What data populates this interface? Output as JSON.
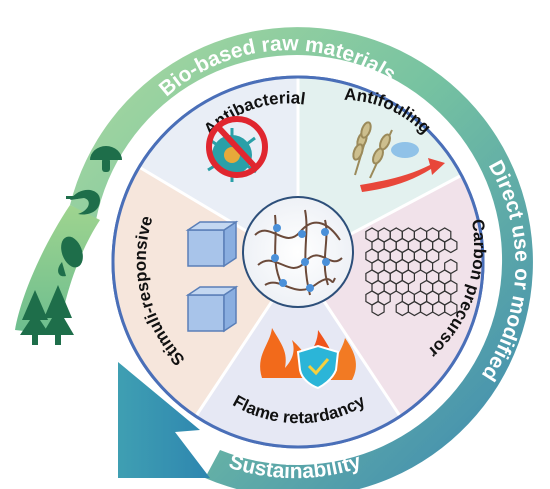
{
  "outer_ring": {
    "top_label": "Bio-based raw materials",
    "right_label": "Direct use or modified",
    "bottom_label": "Sustainability"
  },
  "segments": [
    {
      "label": "Antibacterial",
      "icon": "virus-prohibited-icon",
      "color": "#e9eef6"
    },
    {
      "label": "Antifouling",
      "icon": "wheat-barnacle-icon",
      "color": "#e3f1ef"
    },
    {
      "label": "Carbon precursor",
      "icon": "graphene-lattice-icon",
      "color": "#f1e2ea"
    },
    {
      "label": "Flame retardancy",
      "icon": "flame-shield-icon",
      "color": "#e6e8f4"
    },
    {
      "label": "Stimuli-responsive",
      "icon": "cube-unfold-icon",
      "color": "#f6e6dc"
    }
  ],
  "center": {
    "icon": "polymer-network-icon"
  },
  "raw_material_icons": [
    "mushroom-icon",
    "shrimp-icon",
    "corn-icon",
    "trees-icon"
  ],
  "colors": {
    "ring_green": "#7cc49a",
    "ring_blue": "#3f8fb5",
    "inner_border": "#4a6fb8",
    "icon_green": "#1e6e4a"
  }
}
